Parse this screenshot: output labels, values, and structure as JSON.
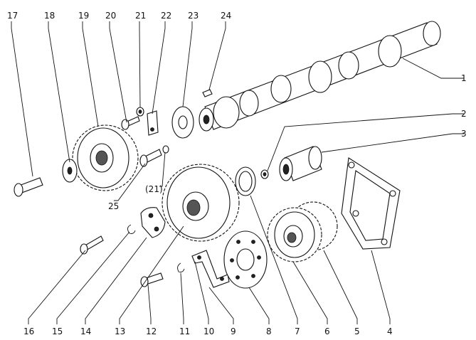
{
  "diagram": {
    "labels": [
      "17",
      "18",
      "19",
      "20",
      "21",
      "22",
      "23",
      "24",
      "1",
      "2",
      "3",
      "4",
      "5",
      "6",
      "7",
      "8",
      "9",
      "10",
      "11",
      "12",
      "13",
      "14",
      "15",
      "16",
      "25",
      "(21)"
    ],
    "colors": {
      "ink": "#111111",
      "paper": "#ffffff",
      "shade": "#555555"
    }
  }
}
